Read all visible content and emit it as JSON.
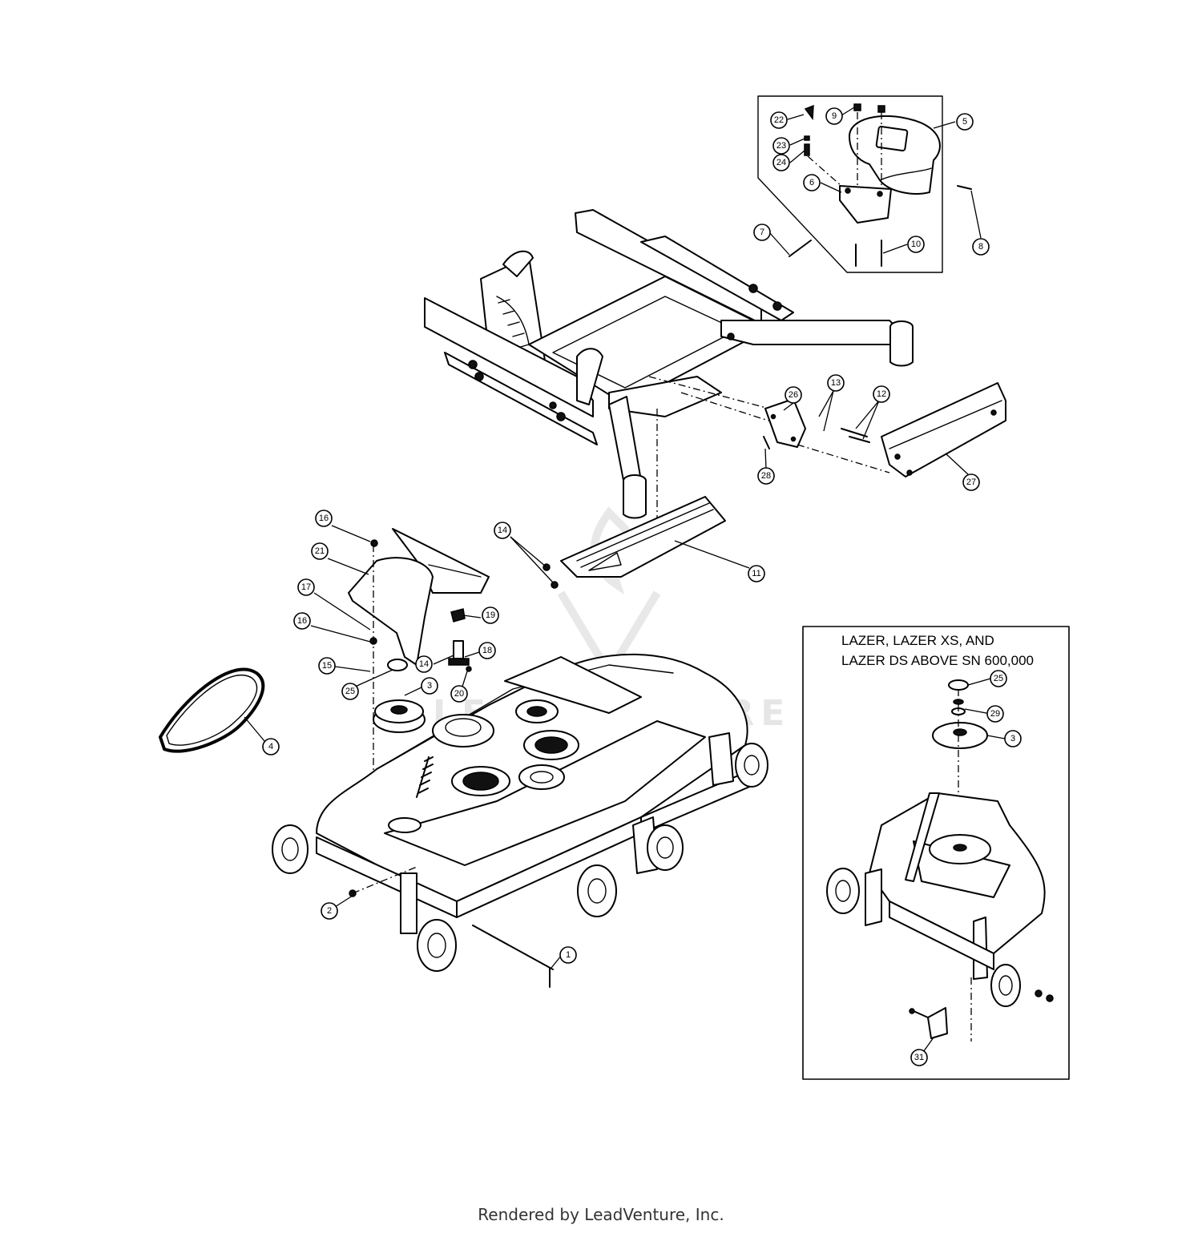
{
  "inset": {
    "caption_line1": "LAZER, LAZER XS, AND",
    "caption_line2": "LAZER DS ABOVE SN 600,000"
  },
  "watermark": {
    "text": "LEADVENTURE"
  },
  "footer": {
    "text": "Rendered by LeadVenture, Inc."
  },
  "callouts": [
    {
      "label": "22"
    },
    {
      "label": "9"
    },
    {
      "label": "5"
    },
    {
      "label": "23"
    },
    {
      "label": "24"
    },
    {
      "label": "6"
    },
    {
      "label": "7"
    },
    {
      "label": "10"
    },
    {
      "label": "8"
    },
    {
      "label": "26"
    },
    {
      "label": "13"
    },
    {
      "label": "12"
    },
    {
      "label": "28"
    },
    {
      "label": "27"
    },
    {
      "label": "16"
    },
    {
      "label": "21"
    },
    {
      "label": "14"
    },
    {
      "label": "11"
    },
    {
      "label": "17"
    },
    {
      "label": "16"
    },
    {
      "label": "19"
    },
    {
      "label": "15"
    },
    {
      "label": "18"
    },
    {
      "label": "14"
    },
    {
      "label": "3"
    },
    {
      "label": "20"
    },
    {
      "label": "25"
    },
    {
      "label": "4"
    },
    {
      "label": "2"
    },
    {
      "label": "1"
    },
    {
      "label": "25"
    },
    {
      "label": "29"
    },
    {
      "label": "3"
    },
    {
      "label": "31"
    }
  ]
}
